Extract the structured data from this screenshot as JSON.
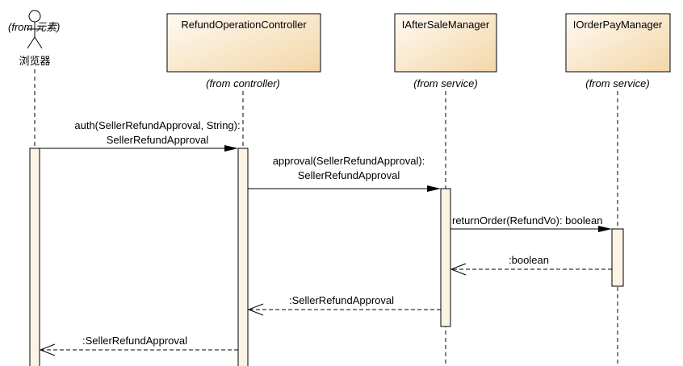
{
  "actor": {
    "from_label": "(from 元素)",
    "name": "浏览器"
  },
  "participants": [
    {
      "name": "RefundOperationController",
      "from": "(from controller)"
    },
    {
      "name": "IAfterSaleManager",
      "from": "(from service)"
    },
    {
      "name": "IOrderPayManager",
      "from": "(from service)"
    }
  ],
  "messages": [
    {
      "line1": "auth(SellerRefundApproval, String):",
      "line2": "SellerRefundApproval"
    },
    {
      "line1": "approval(SellerRefundApproval):",
      "line2": "SellerRefundApproval"
    },
    {
      "line1": "returnOrder(RefundVo): boolean"
    }
  ],
  "returns": [
    {
      "label": ":boolean"
    },
    {
      "label": ":SellerRefundApproval"
    },
    {
      "label": ":SellerRefundApproval"
    }
  ],
  "colors": {
    "box_top": "#fffaf2",
    "box_bottom": "#f3d6a8",
    "activation": "#fdf3e4"
  }
}
